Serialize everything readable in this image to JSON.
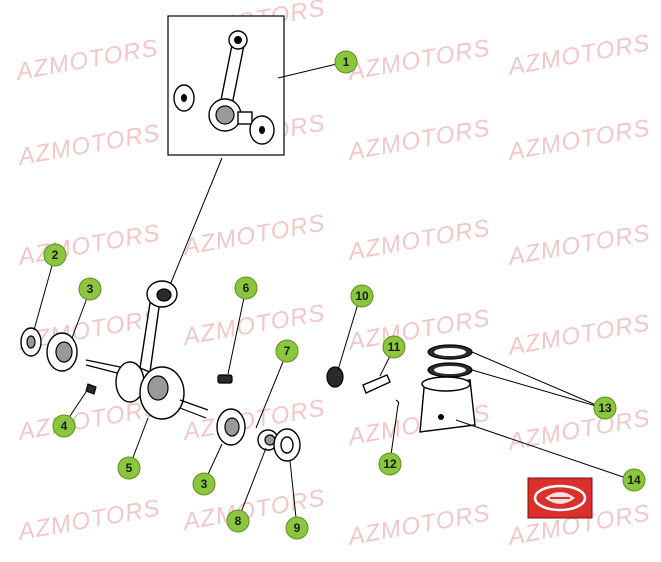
{
  "watermark": {
    "text": "AZMOTORS",
    "color": "#f1c7c7"
  },
  "callouts": [
    {
      "id": "1",
      "label": "1"
    },
    {
      "id": "2",
      "label": "2"
    },
    {
      "id": "3a",
      "label": "3"
    },
    {
      "id": "3b",
      "label": "3"
    },
    {
      "id": "4",
      "label": "4"
    },
    {
      "id": "5",
      "label": "5"
    },
    {
      "id": "6",
      "label": "6"
    },
    {
      "id": "7",
      "label": "7"
    },
    {
      "id": "8",
      "label": "8"
    },
    {
      "id": "9",
      "label": "9"
    },
    {
      "id": "10",
      "label": "10"
    },
    {
      "id": "11",
      "label": "11"
    },
    {
      "id": "12",
      "label": "12"
    },
    {
      "id": "13",
      "label": "13"
    },
    {
      "id": "14",
      "label": "14"
    }
  ],
  "colors": {
    "callout_fill": "#8cc63f",
    "logo_red": "#d9302b"
  },
  "logo": {
    "icon": "brand-logo-icon"
  }
}
